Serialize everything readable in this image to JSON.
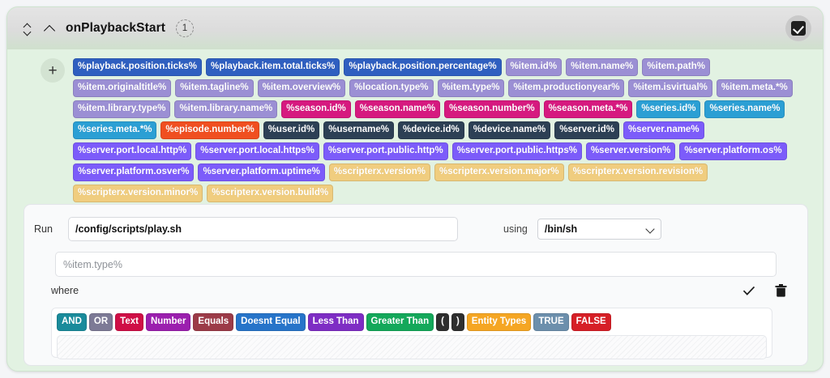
{
  "header": {
    "title": "onPlaybackStart",
    "count": "1",
    "drag_handle_icon": "drag-vertical-icon",
    "collapse_icon": "caret-up-icon",
    "toggle_icon": "checkbox-checked-icon"
  },
  "palette": {
    "add_label": "+",
    "colors": {
      "playback": "#2f5fc0",
      "item": "#9b8fd4",
      "season": "#d6197f",
      "series": "#2b9fd4",
      "episode": "#f04f20",
      "user": "#2d4055",
      "device": "#2d4055",
      "server_id": "#2d4055",
      "server": "#7c5cfa",
      "scripterx": "#f0cd7f"
    },
    "tags": [
      {
        "label": "%playback.position.ticks%",
        "color": "#2f5fc0"
      },
      {
        "label": "%playback.item.total.ticks%",
        "color": "#2f5fc0"
      },
      {
        "label": "%playback.position.percentage%",
        "color": "#2f5fc0"
      },
      {
        "label": "%item.id%",
        "color": "#9b8fd4"
      },
      {
        "label": "%item.name%",
        "color": "#9b8fd4"
      },
      {
        "label": "%item.path%",
        "color": "#9b8fd4"
      },
      {
        "label": "%item.originaltitle%",
        "color": "#9b8fd4"
      },
      {
        "label": "%item.tagline%",
        "color": "#9b8fd4"
      },
      {
        "label": "%item.overview%",
        "color": "#9b8fd4"
      },
      {
        "label": "%location.type%",
        "color": "#9b8fd4"
      },
      {
        "label": "%item.type%",
        "color": "#9b8fd4"
      },
      {
        "label": "%item.productionyear%",
        "color": "#9b8fd4"
      },
      {
        "label": "%item.isvirtual%",
        "color": "#9b8fd4"
      },
      {
        "label": "%item.meta.*%",
        "color": "#9b8fd4"
      },
      {
        "label": "%item.library.type%",
        "color": "#9b8fd4"
      },
      {
        "label": "%item.library.name%",
        "color": "#9b8fd4"
      },
      {
        "label": "%season.id%",
        "color": "#d6197f"
      },
      {
        "label": "%season.name%",
        "color": "#d6197f"
      },
      {
        "label": "%season.number%",
        "color": "#d6197f"
      },
      {
        "label": "%season.meta.*%",
        "color": "#d6197f"
      },
      {
        "label": "%series.id%",
        "color": "#2b9fd4"
      },
      {
        "label": "%series.name%",
        "color": "#2b9fd4"
      },
      {
        "label": "%series.meta.*%",
        "color": "#2b9fd4"
      },
      {
        "label": "%episode.number%",
        "color": "#f04f20"
      },
      {
        "label": "%user.id%",
        "color": "#2d4055"
      },
      {
        "label": "%username%",
        "color": "#2d4055"
      },
      {
        "label": "%device.id%",
        "color": "#2d4055"
      },
      {
        "label": "%device.name%",
        "color": "#2d4055"
      },
      {
        "label": "%server.id%",
        "color": "#2d4055"
      },
      {
        "label": "%server.name%",
        "color": "#7c5cfa"
      },
      {
        "label": "%server.port.local.http%",
        "color": "#7c5cfa"
      },
      {
        "label": "%server.port.local.https%",
        "color": "#7c5cfa"
      },
      {
        "label": "%server.port.public.http%",
        "color": "#7c5cfa"
      },
      {
        "label": "%server.port.public.https%",
        "color": "#7c5cfa"
      },
      {
        "label": "%server.version%",
        "color": "#7c5cfa"
      },
      {
        "label": "%server.platform.os%",
        "color": "#7c5cfa"
      },
      {
        "label": "%server.platform.osver%",
        "color": "#7c5cfa"
      },
      {
        "label": "%server.platform.uptime%",
        "color": "#7c5cfa"
      },
      {
        "label": "%scripterx.version%",
        "color": "#f0cd7f"
      },
      {
        "label": "%scripterx.version.major%",
        "color": "#f0cd7f"
      },
      {
        "label": "%scripterx.version.revision%",
        "color": "#f0cd7f"
      },
      {
        "label": "%scripterx.version.minor%",
        "color": "#f0cd7f"
      },
      {
        "label": "%scripterx.version.build%",
        "color": "#f0cd7f"
      }
    ]
  },
  "form": {
    "run_label": "Run",
    "run_value": "/config/scripts/play.sh",
    "run_placeholder": "",
    "using_label": "using",
    "shell_value": "/bin/sh",
    "shell_options": [
      "/bin/sh"
    ],
    "expression_value": "",
    "expression_placeholder": "%item.type%",
    "where_label": "where",
    "confirm_icon": "check-icon",
    "delete_icon": "trash-icon"
  },
  "conditions": {
    "operators": [
      {
        "label": "AND",
        "color": "#1a8b9b"
      },
      {
        "label": "OR",
        "color": "#7d7a96"
      },
      {
        "label": "Text",
        "color": "#cf0f46"
      },
      {
        "label": "Number",
        "color": "#9b1fae"
      },
      {
        "label": "Equals",
        "color": "#9c3b48"
      },
      {
        "label": "Doesnt Equal",
        "color": "#2774c9"
      },
      {
        "label": "Less Than",
        "color": "#7e2dc4"
      },
      {
        "label": "Greater Than",
        "color": "#14a85a"
      },
      {
        "label": "(",
        "color": "#2f2f2f"
      },
      {
        "label": ")",
        "color": "#2f2f2f"
      },
      {
        "label": "Entity Types",
        "color": "#f5a623"
      },
      {
        "label": "TRUE",
        "color": "#6c8fac"
      },
      {
        "label": "FALSE",
        "color": "#d61f26"
      }
    ],
    "drop_zone_hint": ""
  }
}
